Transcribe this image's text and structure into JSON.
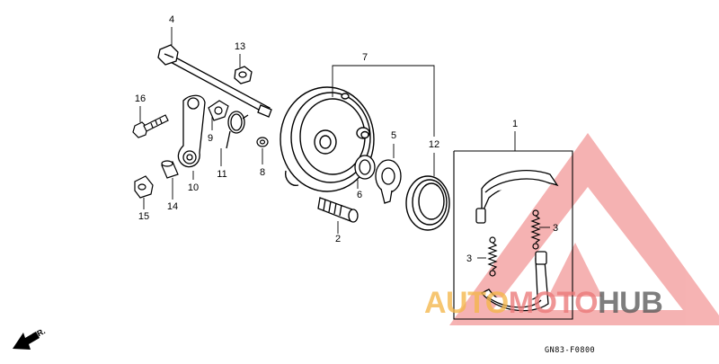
{
  "diagram": {
    "part_numbers": {
      "p1": "1",
      "p2": "2",
      "p3a": "3",
      "p3b": "3",
      "p4": "4",
      "p5": "5",
      "p6": "6",
      "p7": "7",
      "p8": "8",
      "p9": "9",
      "p10": "10",
      "p11": "11",
      "p12": "12",
      "p13": "13",
      "p14": "14",
      "p15": "15",
      "p16": "16"
    },
    "diagram_code": "GN83-F0800",
    "front_indicator": "FR."
  },
  "watermark": {
    "text_part1": "AUTO",
    "text_part2": "MOTO",
    "text_part3": "HUB",
    "colors": {
      "orange": "#f4b64a",
      "red": "#e87878",
      "gray": "#5a5a5a"
    }
  }
}
